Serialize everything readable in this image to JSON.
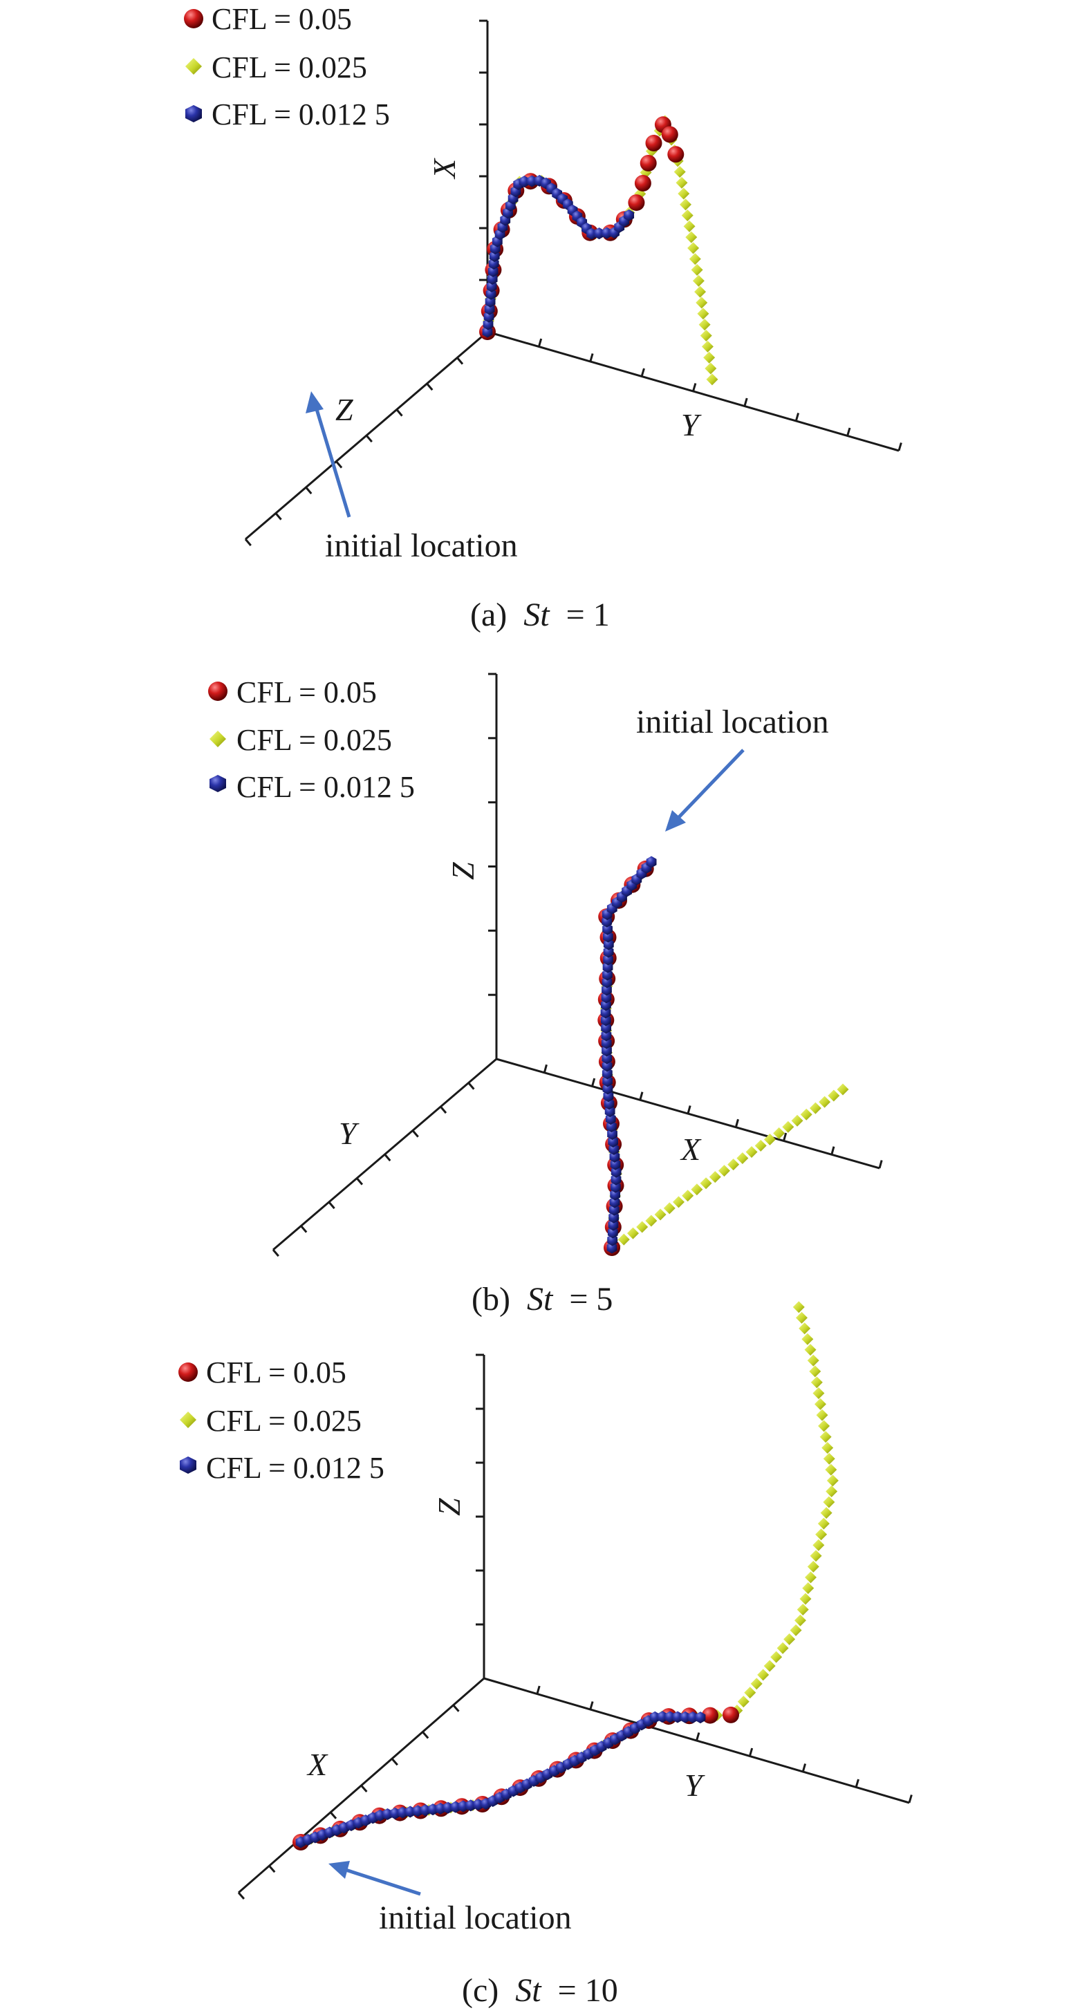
{
  "chart_data": [
    {
      "type": "scatter",
      "subtitle_prefix": "(a)",
      "subtitle_var": "St",
      "subtitle_value": "= 1",
      "axes": [
        "X",
        "Y",
        "Z"
      ],
      "legend": [
        "CFL = 0.05",
        "CFL = 0.025",
        "CFL = 0.012 5"
      ],
      "annotation": "initial location",
      "series": [
        {
          "name": "CFL = 0.05",
          "points": [
            [
              0.0,
              0.0
            ],
            [
              0.05,
              0.55
            ],
            [
              0.2,
              1.0
            ],
            [
              0.35,
              1.05
            ],
            [
              0.5,
              0.95
            ],
            [
              0.65,
              0.8
            ],
            [
              0.8,
              0.85
            ],
            [
              0.95,
              1.1
            ],
            [
              1.05,
              1.5
            ],
            [
              1.12,
              1.65
            ],
            [
              1.2,
              1.4
            ]
          ]
        },
        {
          "name": "CFL = 0.025",
          "points": [
            [
              0.0,
              0.0
            ],
            [
              0.05,
              0.55
            ],
            [
              0.2,
              1.0
            ],
            [
              0.35,
              1.05
            ],
            [
              0.5,
              0.95
            ],
            [
              0.65,
              0.8
            ],
            [
              0.8,
              0.85
            ],
            [
              0.95,
              1.1
            ],
            [
              1.05,
              1.5
            ],
            [
              1.12,
              1.65
            ],
            [
              1.2,
              1.4
            ],
            [
              1.32,
              0.75
            ],
            [
              1.42,
              0.05
            ]
          ]
        },
        {
          "name": "CFL = 0.012 5",
          "points": [
            [
              0.0,
              0.0
            ],
            [
              0.05,
              0.55
            ],
            [
              0.2,
              1.0
            ],
            [
              0.35,
              1.05
            ],
            [
              0.5,
              0.95
            ],
            [
              0.65,
              0.8
            ],
            [
              0.8,
              0.85
            ],
            [
              0.9,
              1.0
            ]
          ]
        }
      ]
    },
    {
      "type": "scatter",
      "subtitle_prefix": "(b)",
      "subtitle_var": "St",
      "subtitle_value": "= 5",
      "axes": [
        "Z",
        "X",
        "Y"
      ],
      "legend": [
        "CFL = 0.05",
        "CFL = 0.025",
        "CFL = 0.012 5"
      ],
      "annotation": "initial location",
      "series": [
        {
          "name": "CFL = 0.05",
          "points": [
            [
              0.0,
              0.0
            ],
            [
              0.05,
              0.9
            ],
            [
              0.2,
              2.0
            ],
            [
              0.3,
              3.0
            ],
            [
              0.35,
              3.8
            ],
            [
              0.4,
              4.2
            ],
            [
              0.15,
              4.6
            ]
          ]
        },
        {
          "name": "CFL = 0.025",
          "points": [
            [
              -1.4,
              0.6
            ],
            [
              -0.7,
              0.3
            ],
            [
              0.0,
              0.0
            ],
            [
              0.05,
              0.9
            ],
            [
              0.2,
              2.0
            ],
            [
              0.3,
              3.0
            ],
            [
              0.35,
              3.8
            ],
            [
              0.4,
              4.2
            ],
            [
              0.15,
              4.6
            ]
          ]
        },
        {
          "name": "CFL = 0.012 5",
          "points": [
            [
              0.0,
              0.0
            ],
            [
              0.05,
              0.9
            ],
            [
              0.2,
              2.0
            ],
            [
              0.3,
              3.0
            ],
            [
              0.35,
              3.8
            ],
            [
              0.4,
              4.2
            ],
            [
              0.15,
              4.6
            ]
          ]
        }
      ]
    },
    {
      "type": "scatter",
      "subtitle_prefix": "(c)",
      "subtitle_var": "St",
      "subtitle_value": "= 10",
      "axes": [
        "Z",
        "X",
        "Y"
      ],
      "legend": [
        "CFL = 0.05",
        "CFL = 0.025",
        "CFL = 0.012 5"
      ],
      "annotation": "initial location",
      "series": [
        {
          "name": "CFL = 0.05",
          "points": [
            [
              0.0,
              0.0
            ],
            [
              0.3,
              0.15
            ],
            [
              0.7,
              0.15
            ],
            [
              1.05,
              0.45
            ],
            [
              1.3,
              0.7
            ],
            [
              1.6,
              0.65
            ]
          ]
        },
        {
          "name": "CFL = 0.025",
          "points": [
            [
              0.0,
              0.0
            ],
            [
              0.3,
              0.15
            ],
            [
              0.7,
              0.15
            ],
            [
              1.05,
              0.45
            ],
            [
              1.3,
              0.7
            ],
            [
              1.6,
              0.65
            ],
            [
              1.8,
              1.3
            ],
            [
              1.85,
              2.4
            ],
            [
              1.7,
              3.4
            ],
            [
              1.6,
              3.9
            ]
          ]
        },
        {
          "name": "CFL = 0.012 5",
          "points": [
            [
              0.0,
              0.0
            ],
            [
              0.3,
              0.15
            ],
            [
              0.7,
              0.15
            ],
            [
              1.05,
              0.45
            ],
            [
              1.3,
              0.7
            ],
            [
              1.5,
              0.65
            ]
          ]
        }
      ]
    }
  ]
}
